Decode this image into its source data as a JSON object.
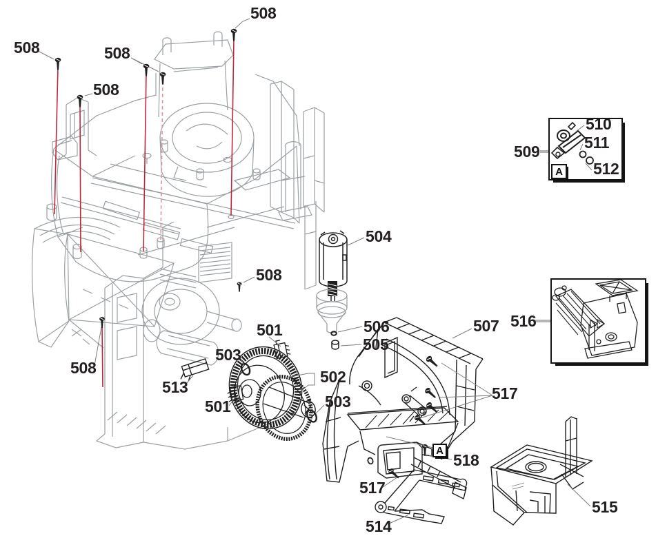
{
  "diagram": {
    "kind": "exploded parts view",
    "parts_index": [
      "501",
      "502",
      "503",
      "504",
      "505",
      "506",
      "507",
      "508",
      "509",
      "510",
      "511",
      "512",
      "513",
      "514",
      "515",
      "516",
      "517",
      "518"
    ]
  },
  "labels": [
    {
      "part": "508"
    },
    {
      "part": "508"
    },
    {
      "part": "508"
    },
    {
      "part": "508"
    },
    {
      "part": "508"
    },
    {
      "part": "508"
    },
    {
      "part": "509"
    },
    {
      "part": "510"
    },
    {
      "part": "511"
    },
    {
      "part": "512"
    },
    {
      "part": "504"
    },
    {
      "part": "506"
    },
    {
      "part": "505"
    },
    {
      "part": "501"
    },
    {
      "part": "503"
    },
    {
      "part": "502"
    },
    {
      "part": "501"
    },
    {
      "part": "503"
    },
    {
      "part": "513"
    },
    {
      "part": "507"
    },
    {
      "part": "516"
    },
    {
      "part": "517"
    },
    {
      "part": "518"
    },
    {
      "part": "517"
    },
    {
      "part": "514"
    },
    {
      "part": "515"
    }
  ],
  "detail_markers": [
    {
      "text": "A"
    },
    {
      "text": "A"
    }
  ],
  "colors": {
    "background": "#ffffff",
    "label_text": "#231f20",
    "leader_line": "#7d7d7d",
    "inset_leader": "#b5b5b5",
    "screw_axis_line": "#c0273a",
    "screw_axis_line_dashed": "#dd96a2",
    "artwork_light": "#9aa0a3",
    "artwork_dark": "#1f1f1f"
  }
}
